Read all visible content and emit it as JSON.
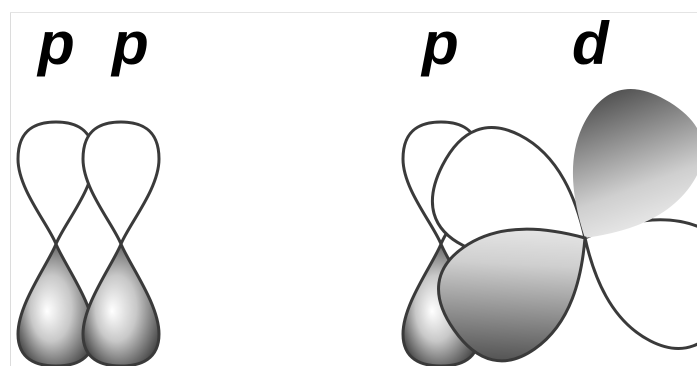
{
  "labels": {
    "left_pair": [
      "p",
      "p"
    ],
    "right_pair": [
      "p",
      "d"
    ]
  },
  "colors": {
    "outline": "#3a3a3a",
    "shade_dark": "#3f3f3f",
    "shade_light": "#ffffff",
    "background": "#ffffff"
  }
}
